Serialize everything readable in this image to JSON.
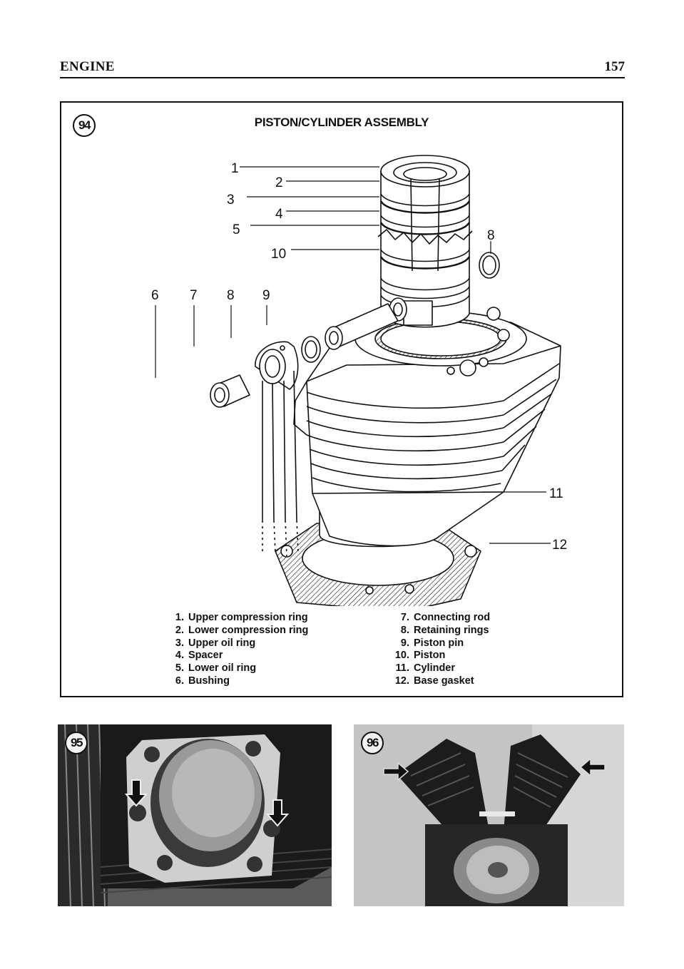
{
  "header": {
    "section": "ENGINE",
    "page_number": "157"
  },
  "figure_94": {
    "badge": "94",
    "title": "PISTON/CYLINDER ASSEMBLY",
    "callouts": [
      "1",
      "2",
      "3",
      "4",
      "5",
      "10",
      "8",
      "6",
      "7",
      "8",
      "9",
      "11",
      "12"
    ],
    "legend_left": [
      {
        "n": "1.",
        "label": "Upper compression ring"
      },
      {
        "n": "2.",
        "label": "Lower compression ring"
      },
      {
        "n": "3.",
        "label": "Upper oil ring"
      },
      {
        "n": "4.",
        "label": "Spacer"
      },
      {
        "n": "5.",
        "label": "Lower oil ring"
      },
      {
        "n": "6.",
        "label": "Bushing"
      }
    ],
    "legend_right": [
      {
        "n": "7.",
        "label": "Connecting rod"
      },
      {
        "n": "8.",
        "label": "Retaining rings"
      },
      {
        "n": "9.",
        "label": "Piston pin"
      },
      {
        "n": "10.",
        "label": "Piston"
      },
      {
        "n": "11.",
        "label": "Cylinder"
      },
      {
        "n": "12.",
        "label": "Base gasket"
      }
    ]
  },
  "figure_95": {
    "badge": "95",
    "icon": "down-arrow-icon"
  },
  "figure_96": {
    "badge": "96",
    "icon": "right-arrow-icon"
  },
  "colors": {
    "ink": "#111111",
    "paper": "#ffffff",
    "photo_dark": "#1e1e1e",
    "photo_light": "#c9c9c9"
  }
}
